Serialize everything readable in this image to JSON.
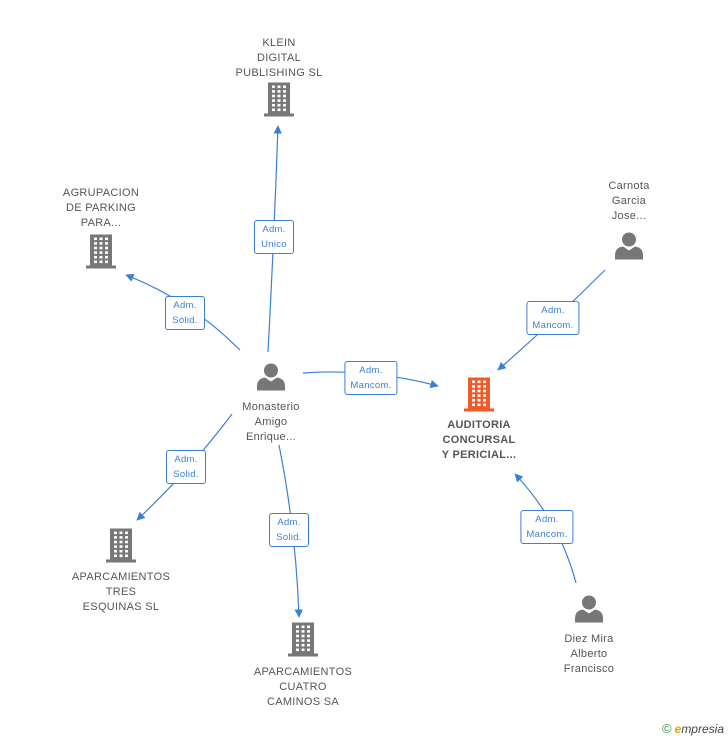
{
  "nodes": [
    {
      "id": "klein",
      "type": "company",
      "label": "KLEIN\nDIGITAL\nPUBLISHING SL",
      "focus": false
    },
    {
      "id": "agrupacion",
      "type": "company",
      "label": "AGRUPACION\nDE PARKING\nPARA...",
      "focus": false
    },
    {
      "id": "carnota",
      "type": "person",
      "label": "Carnota\nGarcia\nJose...",
      "focus": false
    },
    {
      "id": "monasterio",
      "type": "person",
      "label": "Monasterio\nAmigo\nEnrique...",
      "focus": false
    },
    {
      "id": "auditoria",
      "type": "company",
      "label": "AUDITORIA\nCONCURSAL\nY PERICIAL...",
      "focus": true
    },
    {
      "id": "tres",
      "type": "company",
      "label": "APARCAMIENTOS\nTRES\nESQUINAS SL",
      "focus": false
    },
    {
      "id": "cuatro",
      "type": "company",
      "label": "APARCAMIENTOS\nCUATRO\nCAMINOS SA",
      "focus": false
    },
    {
      "id": "diez",
      "type": "person",
      "label": "Diez Mira\nAlberto\nFrancisco",
      "focus": false
    }
  ],
  "edges": [
    {
      "from": "monasterio",
      "to": "klein",
      "label": [
        "Adm.",
        "Unico"
      ]
    },
    {
      "from": "monasterio",
      "to": "agrupacion",
      "label": [
        "Adm.",
        "Solid."
      ]
    },
    {
      "from": "monasterio",
      "to": "auditoria",
      "label": [
        "Adm.",
        "Mancom."
      ]
    },
    {
      "from": "monasterio",
      "to": "tres",
      "label": [
        "Adm.",
        "Solid."
      ]
    },
    {
      "from": "monasterio",
      "to": "cuatro",
      "label": [
        "Adm.",
        "Solid."
      ]
    },
    {
      "from": "carnota",
      "to": "auditoria",
      "label": [
        "Adm.",
        "Mancom."
      ]
    },
    {
      "from": "diez",
      "to": "auditoria",
      "label": [
        "Adm.",
        "Mancom."
      ]
    }
  ],
  "colors": {
    "edge": "#3a7fd5",
    "company": "#777777",
    "person": "#777777",
    "focus": "#f05a28"
  },
  "footer": {
    "copyright": "©",
    "brand_first": "e",
    "brand_rest": "mpresia"
  }
}
